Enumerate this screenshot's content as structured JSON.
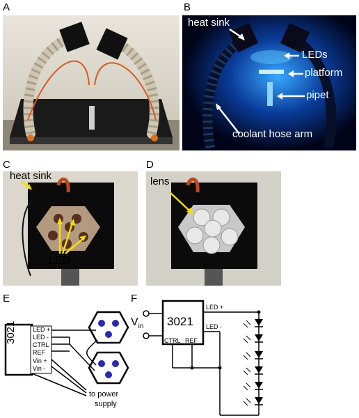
{
  "panels": {
    "a": {
      "letter": "A"
    },
    "b": {
      "letter": "B",
      "labels": {
        "heat_sink": "heat sink",
        "leds": "LEDs",
        "platform": "platform",
        "pipet": "pipet",
        "arm": "coolant hose arm"
      }
    },
    "c": {
      "letter": "C",
      "labels": {
        "heat_sink": "heat sink",
        "led": "LED"
      }
    },
    "d": {
      "letter": "D",
      "labels": {
        "lens": "lens"
      }
    },
    "e": {
      "letter": "E",
      "chip": "3021",
      "pins": [
        "LED +",
        "LED -",
        "CTRL",
        "REF",
        "Vin +",
        "Vin -"
      ],
      "supply_line1": "to power",
      "supply_line2": "supply"
    },
    "f": {
      "letter": "F",
      "chip": "3021",
      "vin_main": "V",
      "vin_sub": "in",
      "led_plus": "LED +",
      "led_minus": "LED -",
      "ctrl": "CTRL",
      "ref": "REF"
    }
  }
}
